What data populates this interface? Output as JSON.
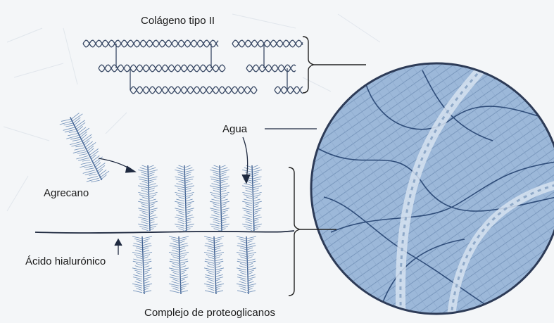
{
  "labels": {
    "collagen": "Colágeno tipo II",
    "water": "Agua",
    "aggrecan": "Agrecano",
    "hyaluronic": "Ácido hialurónico",
    "complex": "Complejo de proteoglicanos"
  },
  "colors": {
    "fiber": "#3a4a66",
    "bristle": "#6f8fb8",
    "circle_fill": "#9cb8d9",
    "circle_edge": "#2d3b57",
    "background": "#f4f6f8"
  }
}
